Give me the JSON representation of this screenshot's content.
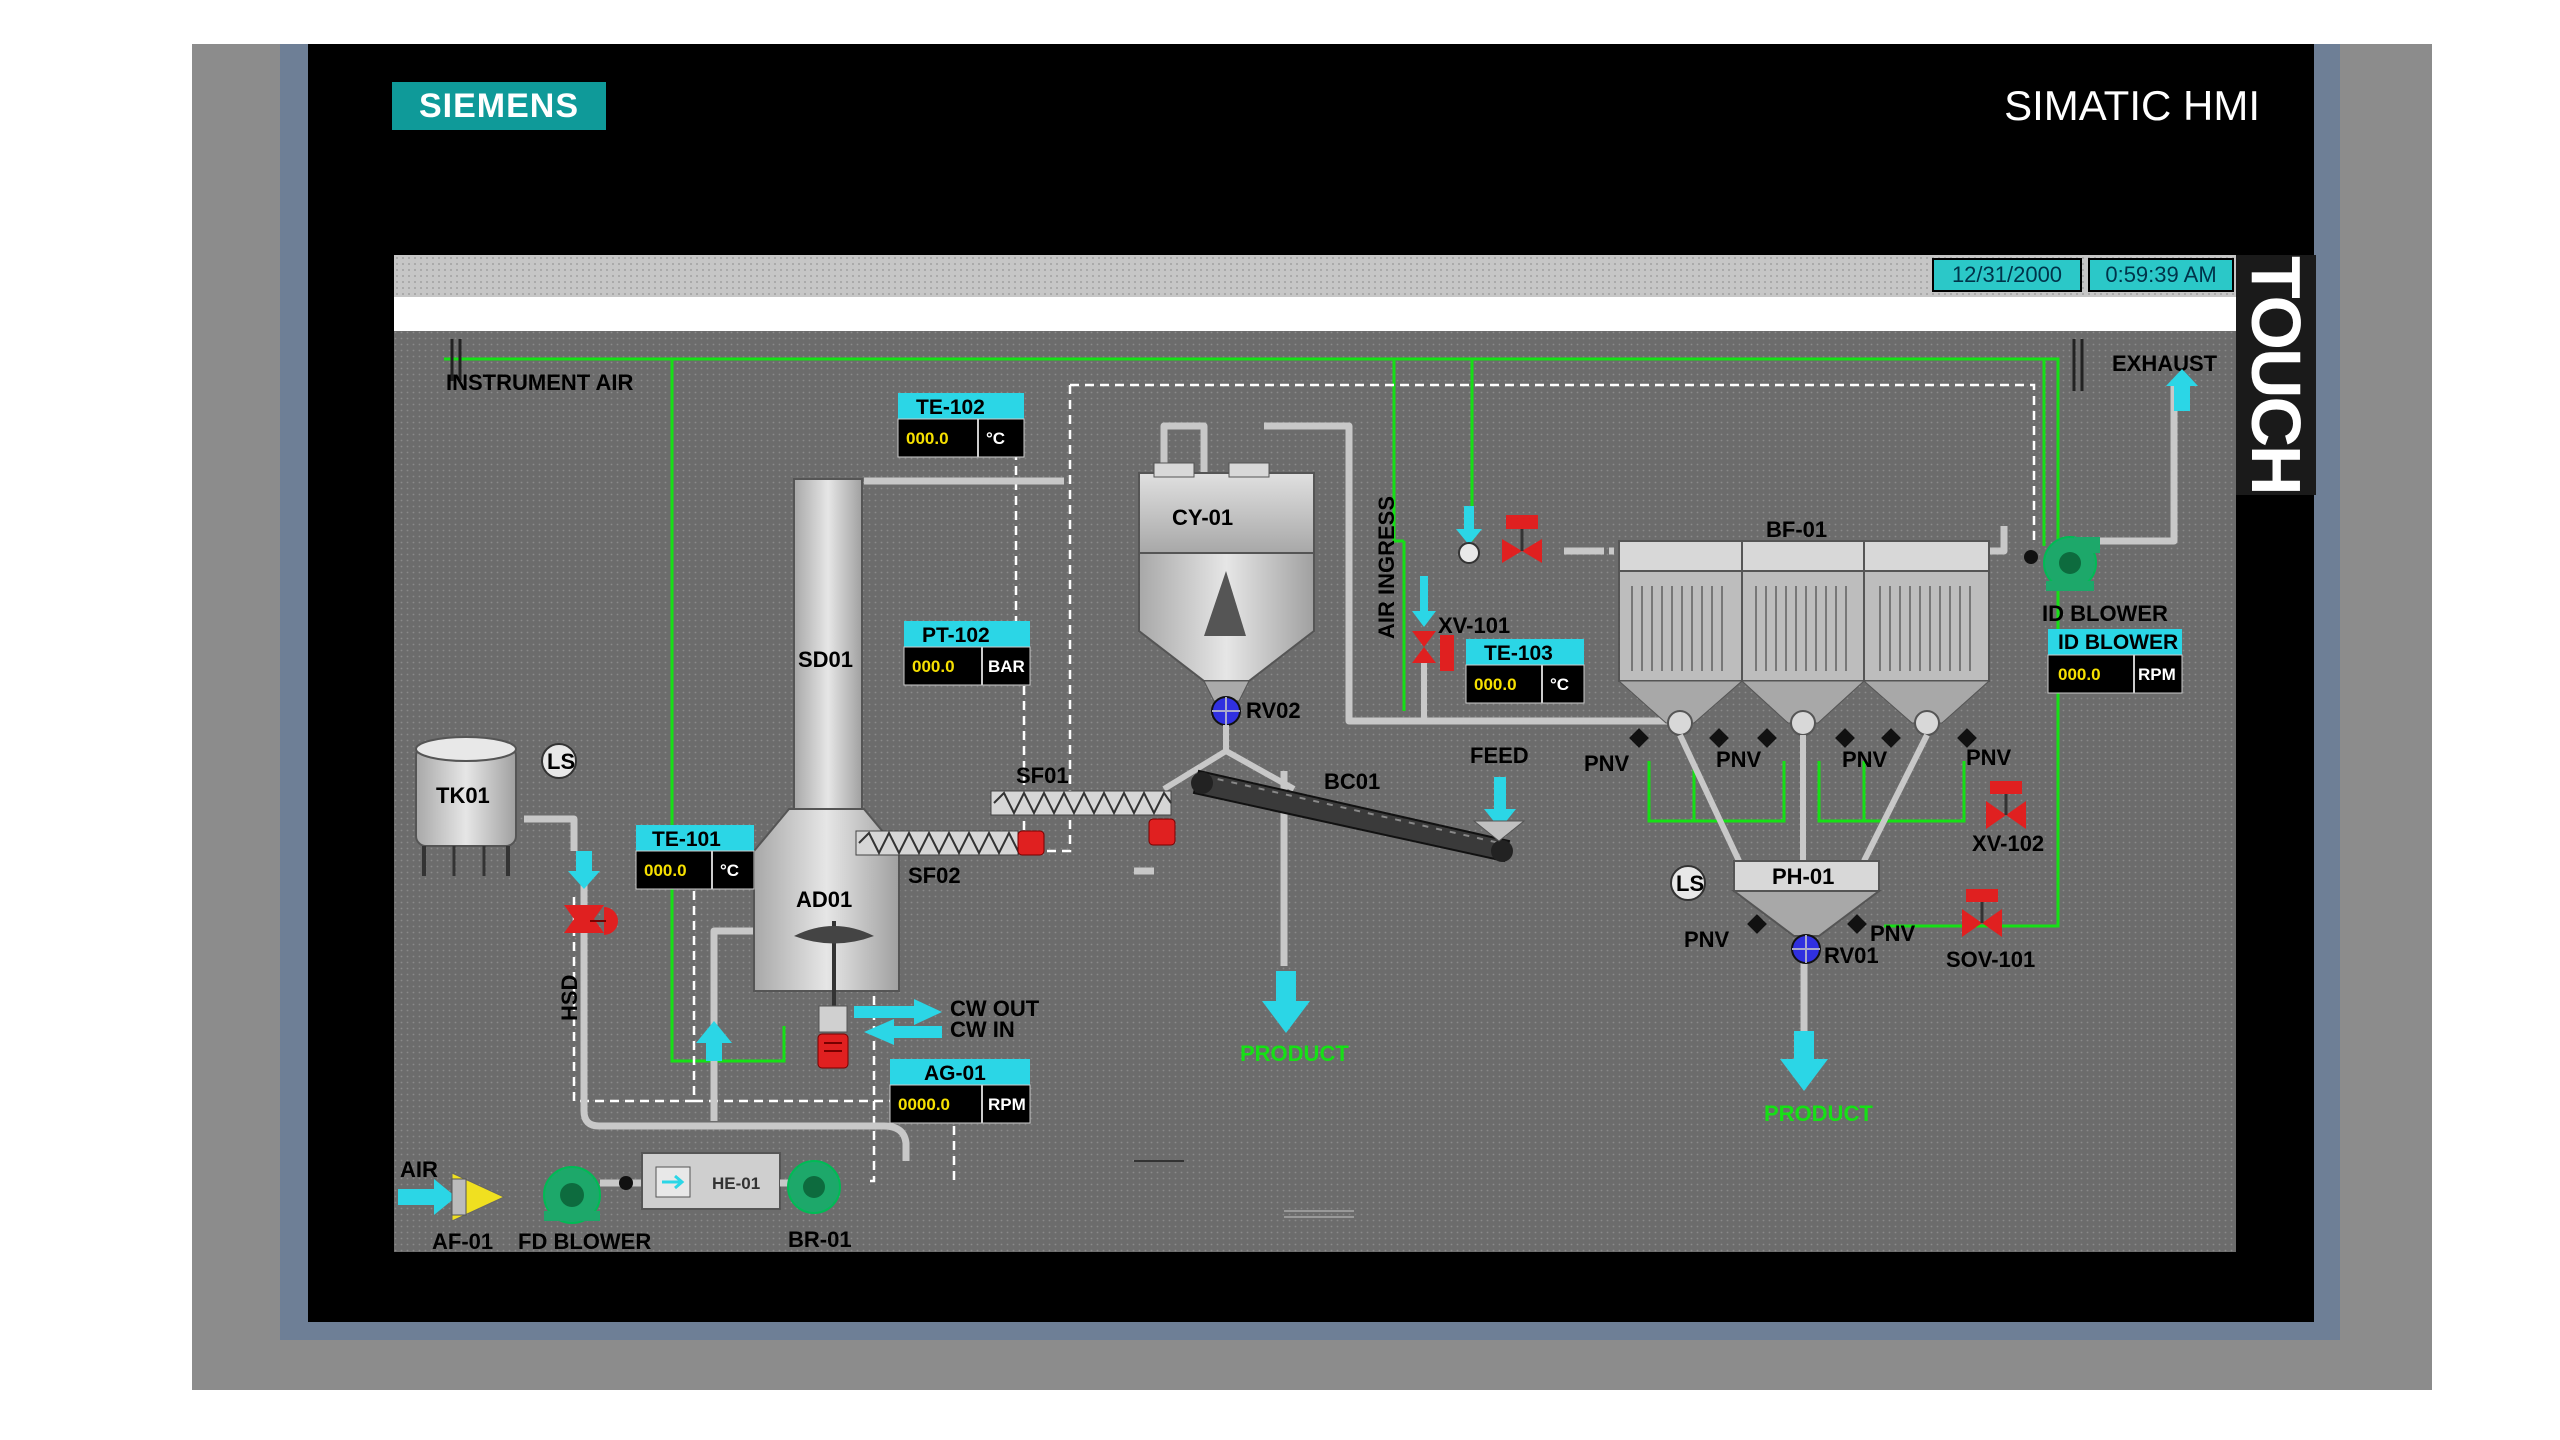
{
  "header": {
    "brand": "SIEMENS",
    "product": "SIMATIC HMI",
    "touch": "TOUCH"
  },
  "status": {
    "date": "12/31/2000",
    "time": "0:59:39 AM"
  },
  "colors": {
    "accent": "#16e016",
    "cyan": "#2bd6e6",
    "valve_red": "#e02020",
    "rotary_blue": "#3030e0"
  },
  "labels": {
    "instrument_air": "INSTRUMENT AIR",
    "exhaust": "EXHAUST",
    "air_ingress": "AIR INGRESS",
    "feed": "FEED",
    "air": "AIR",
    "hsd": "HSD",
    "cw_out": "CW OUT",
    "cw_in": "CW IN",
    "product_1": "PRODUCT",
    "product_2": "PRODUCT",
    "ls_1": "LS",
    "ls_2": "LS"
  },
  "equipment": {
    "cy01": "CY-01",
    "sd01": "SD01",
    "ad01": "AD01",
    "tk01": "TK01",
    "sf01": "SF01",
    "sf02": "SF02",
    "bc01": "BC01",
    "rv01": "RV01",
    "rv02": "RV02",
    "bf01": "BF-01",
    "ph01": "PH-01",
    "xv101": "XV-101",
    "xv102": "XV-102",
    "sov101": "SOV-101",
    "id_blower": "ID BLOWER",
    "fd_blower": "FD BLOWER",
    "af01": "AF-01",
    "br01": "BR-01",
    "he01": "HE-01",
    "pnv": "PNV"
  },
  "tags": {
    "te102": {
      "name": "TE-102",
      "value": "000.0",
      "unit": "°C"
    },
    "pt102": {
      "name": "PT-102",
      "value": "000.0",
      "unit": "BAR"
    },
    "te101": {
      "name": "TE-101",
      "value": "000.0",
      "unit": "°C"
    },
    "te103": {
      "name": "TE-103",
      "value": "000.0",
      "unit": "°C"
    },
    "ag01": {
      "name": "AG-01",
      "value": "0000.0",
      "unit": "RPM"
    },
    "idb": {
      "name": "ID BLOWER",
      "value": "000.0",
      "unit": "RPM"
    }
  }
}
